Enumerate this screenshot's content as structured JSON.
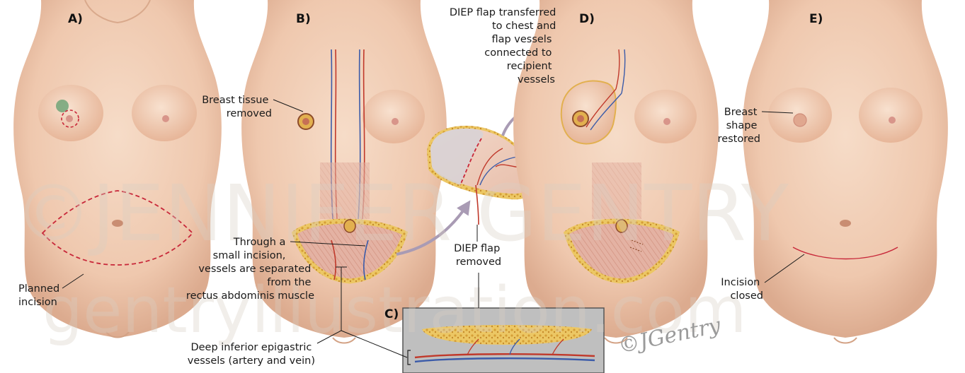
{
  "panels": {
    "a": "A)",
    "b": "B)",
    "c": "C)",
    "d": "D)",
    "e": "E)"
  },
  "labels": {
    "planned_incision": [
      "Planned",
      "incision"
    ],
    "breast_tissue_removed": [
      "Breast tissue",
      "removed"
    ],
    "through_incision": [
      "Through a",
      "small incision,",
      "vessels are separated",
      "from the",
      "rectus abdominis muscle"
    ],
    "deep_vessels": [
      "Deep inferior epigastric",
      "vessels (artery and vein)"
    ],
    "diep_flap_removed": [
      "DIEP flap",
      "removed"
    ],
    "diep_transferred": [
      "DIEP flap transferred",
      "to chest and",
      "flap vessels",
      "connected to",
      "recipient",
      "vessels"
    ],
    "breast_shape_restored": [
      "Breast",
      "shape",
      "restored"
    ],
    "incision_closed": [
      "Incision",
      "closed"
    ]
  },
  "watermark": {
    "line1": "©JENNIFER GENTRY",
    "line2": "gentryillustration.com"
  },
  "signature": "©JGentry",
  "colors": {
    "skin": "#f3d2bb",
    "skin_shadow": "#dfae90",
    "incision": "#c8283a",
    "artery": "#c0392b",
    "vein": "#3b5ba9",
    "fat": "#e3b94e",
    "muscle": "#d9a08e",
    "arrow": "#a99bb4"
  }
}
